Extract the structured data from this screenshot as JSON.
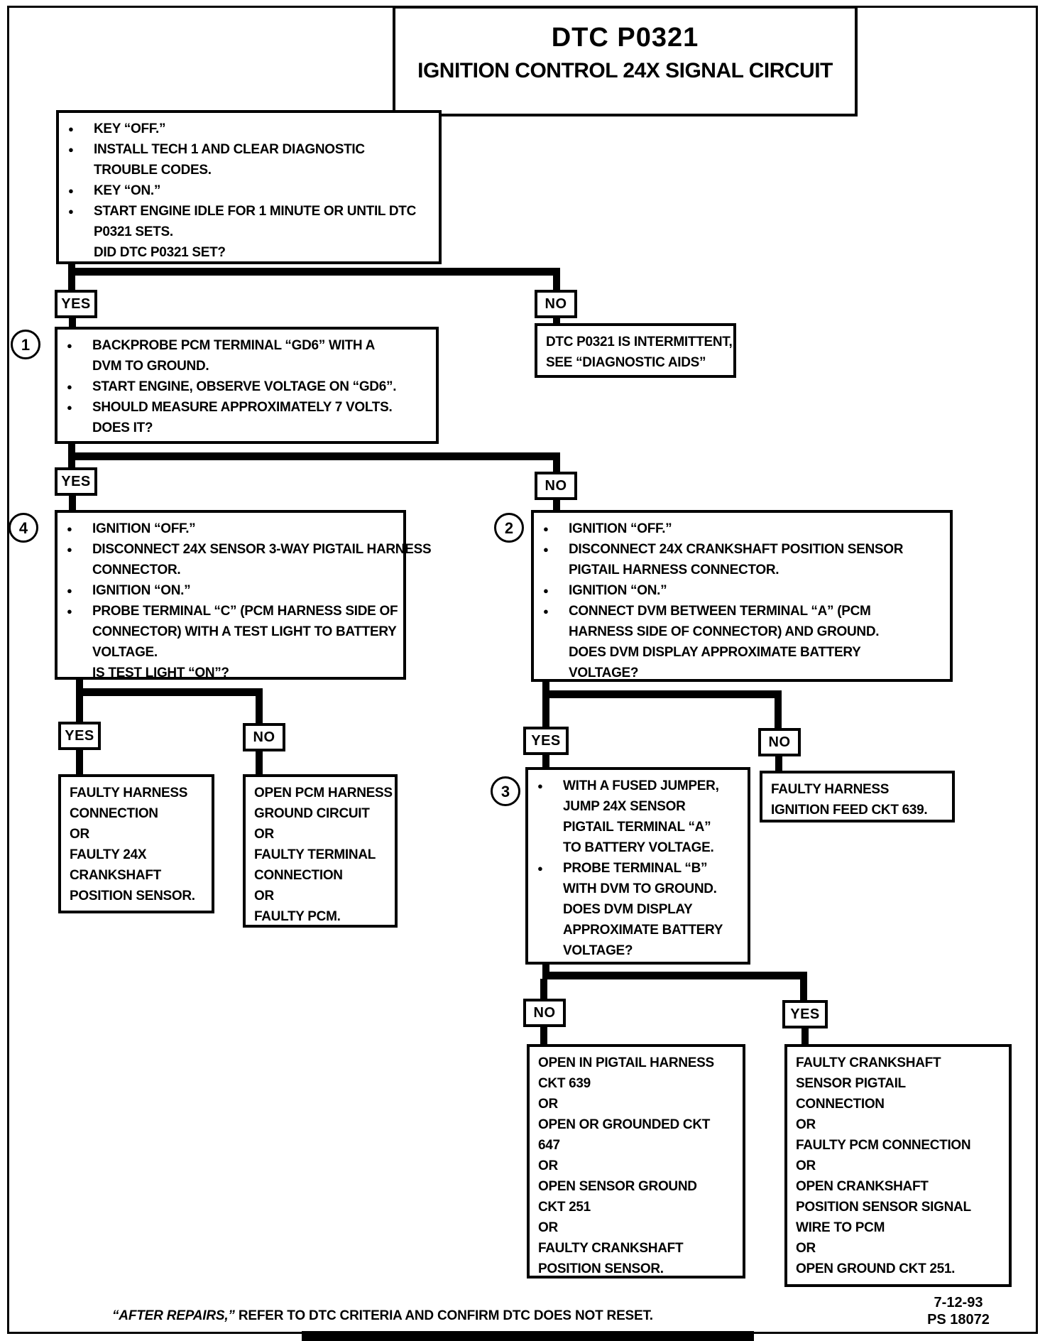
{
  "title": {
    "line1": "DTC P0321",
    "line2": "IGNITION CONTROL 24X SIGNAL CIRCUIT"
  },
  "labels": {
    "yes": "YES",
    "no": "NO"
  },
  "flow": {
    "start": {
      "lines": [
        {
          "b": 1,
          "t": "KEY “OFF.”"
        },
        {
          "b": 1,
          "t": "INSTALL TECH 1 AND CLEAR DIAGNOSTIC"
        },
        {
          "b": 0,
          "t": "TROUBLE CODES."
        },
        {
          "b": 1,
          "t": "KEY “ON.”"
        },
        {
          "b": 1,
          "t": "START ENGINE IDLE FOR 1 MINUTE OR UNTIL DTC"
        },
        {
          "b": 0,
          "t": "P0321 SETS."
        },
        {
          "b": 0,
          "t": "DID DTC P0321 SET?"
        }
      ]
    },
    "step1": {
      "number": "1",
      "lines": [
        {
          "b": 1,
          "t": "BACKPROBE PCM TERMINAL “GD6” WITH A"
        },
        {
          "b": 0,
          "t": "DVM TO GROUND."
        },
        {
          "b": 1,
          "t": "START ENGINE, OBSERVE VOLTAGE ON “GD6”."
        },
        {
          "b": 1,
          "t": "SHOULD MEASURE APPROXIMATELY 7  VOLTS."
        },
        {
          "b": 0,
          "t": "DOES IT?"
        }
      ]
    },
    "intermittent": {
      "lines": [
        {
          "b": 0,
          "t": "DTC P0321 IS INTERMITTENT,"
        },
        {
          "b": 0,
          "t": "SEE “DIAGNOSTIC AIDS”"
        }
      ]
    },
    "step4": {
      "number": "4",
      "lines": [
        {
          "b": 1,
          "t": "IGNITION “OFF.”"
        },
        {
          "b": 1,
          "t": "DISCONNECT 24X SENSOR 3-WAY PIGTAIL HARNESS"
        },
        {
          "b": 0,
          "t": "CONNECTOR."
        },
        {
          "b": 1,
          "t": "IGNITION “ON.”"
        },
        {
          "b": 1,
          "t": "PROBE TERMINAL “C” (PCM HARNESS SIDE OF"
        },
        {
          "b": 0,
          "t": "CONNECTOR) WITH A TEST LIGHT TO BATTERY"
        },
        {
          "b": 0,
          "t": "VOLTAGE."
        },
        {
          "b": 0,
          "t": "IS TEST LIGHT “ON”?"
        }
      ]
    },
    "step2": {
      "number": "2",
      "lines": [
        {
          "b": 1,
          "t": "IGNITION “OFF.”"
        },
        {
          "b": 1,
          "t": "DISCONNECT 24X CRANKSHAFT POSITION SENSOR"
        },
        {
          "b": 0,
          "t": "PIGTAIL HARNESS CONNECTOR."
        },
        {
          "b": 1,
          "t": "IGNITION “ON.”"
        },
        {
          "b": 1,
          "t": "CONNECT DVM BETWEEN TERMINAL “A” (PCM"
        },
        {
          "b": 0,
          "t": "HARNESS SIDE OF CONNECTOR) AND GROUND."
        },
        {
          "b": 0,
          "t": "DOES DVM DISPLAY APPROXIMATE BATTERY"
        },
        {
          "b": 0,
          "t": "VOLTAGE?"
        }
      ]
    },
    "result_faulty_harness_sensor": {
      "lines": [
        {
          "b": 0,
          "t": "FAULTY HARNESS"
        },
        {
          "b": 0,
          "t": "CONNECTION"
        },
        {
          "b": 0,
          "t": "OR"
        },
        {
          "b": 0,
          "t": "FAULTY 24X"
        },
        {
          "b": 0,
          "t": "CRANKSHAFT"
        },
        {
          "b": 0,
          "t": "POSITION SENSOR."
        }
      ]
    },
    "result_open_pcm_ground": {
      "lines": [
        {
          "b": 0,
          "t": "OPEN PCM HARNESS"
        },
        {
          "b": 0,
          "t": "GROUND CIRCUIT"
        },
        {
          "b": 0,
          "t": "OR"
        },
        {
          "b": 0,
          "t": "FAULTY TERMINAL"
        },
        {
          "b": 0,
          "t": "CONNECTION"
        },
        {
          "b": 0,
          "t": "OR"
        },
        {
          "b": 0,
          "t": "FAULTY PCM."
        }
      ]
    },
    "step3": {
      "number": "3",
      "lines": [
        {
          "b": 1,
          "t": "WITH A FUSED JUMPER,"
        },
        {
          "b": 0,
          "t": "JUMP 24X SENSOR"
        },
        {
          "b": 0,
          "t": "PIGTAIL TERMINAL “A”"
        },
        {
          "b": 0,
          "t": "TO BATTERY VOLTAGE."
        },
        {
          "b": 1,
          "t": "PROBE TERMINAL “B”"
        },
        {
          "b": 0,
          "t": "WITH DVM TO GROUND."
        },
        {
          "b": 0,
          "t": "DOES DVM DISPLAY"
        },
        {
          "b": 0,
          "t": "APPROXIMATE BATTERY"
        },
        {
          "b": 0,
          "t": "VOLTAGE?"
        }
      ]
    },
    "result_ignition_feed": {
      "lines": [
        {
          "b": 0,
          "t": "FAULTY HARNESS"
        },
        {
          "b": 0,
          "t": "IGNITION FEED CKT 639."
        }
      ]
    },
    "result_open_pigtail": {
      "lines": [
        {
          "b": 0,
          "t": "OPEN IN PIGTAIL HARNESS"
        },
        {
          "b": 0,
          "t": "CKT 639"
        },
        {
          "b": 0,
          "t": "OR"
        },
        {
          "b": 0,
          "t": "OPEN OR GROUNDED CKT"
        },
        {
          "b": 0,
          "t": "647"
        },
        {
          "b": 0,
          "t": "OR"
        },
        {
          "b": 0,
          "t": "OPEN SENSOR GROUND"
        },
        {
          "b": 0,
          "t": "CKT 251"
        },
        {
          "b": 0,
          "t": "OR"
        },
        {
          "b": 0,
          "t": "FAULTY CRANKSHAFT"
        },
        {
          "b": 0,
          "t": "POSITION SENSOR."
        }
      ]
    },
    "result_faulty_crank_pigtail": {
      "lines": [
        {
          "b": 0,
          "t": "FAULTY CRANKSHAFT"
        },
        {
          "b": 0,
          "t": "SENSOR PIGTAIL"
        },
        {
          "b": 0,
          "t": "CONNECTION"
        },
        {
          "b": 0,
          "t": "OR"
        },
        {
          "b": 0,
          "t": "FAULTY PCM CONNECTION"
        },
        {
          "b": 0,
          "t": "OR"
        },
        {
          "b": 0,
          "t": "OPEN CRANKSHAFT"
        },
        {
          "b": 0,
          "t": "POSITION SENSOR SIGNAL"
        },
        {
          "b": 0,
          "t": "WIRE TO PCM"
        },
        {
          "b": 0,
          "t": "OR"
        },
        {
          "b": 0,
          "t": "OPEN GROUND CKT 251."
        }
      ]
    }
  },
  "footer": {
    "emphasis": "“AFTER REPAIRS,”",
    "text": " REFER TO DTC CRITERIA AND CONFIRM DTC DOES NOT RESET.",
    "date": "7-12-93",
    "doc_number": "PS 18072"
  }
}
